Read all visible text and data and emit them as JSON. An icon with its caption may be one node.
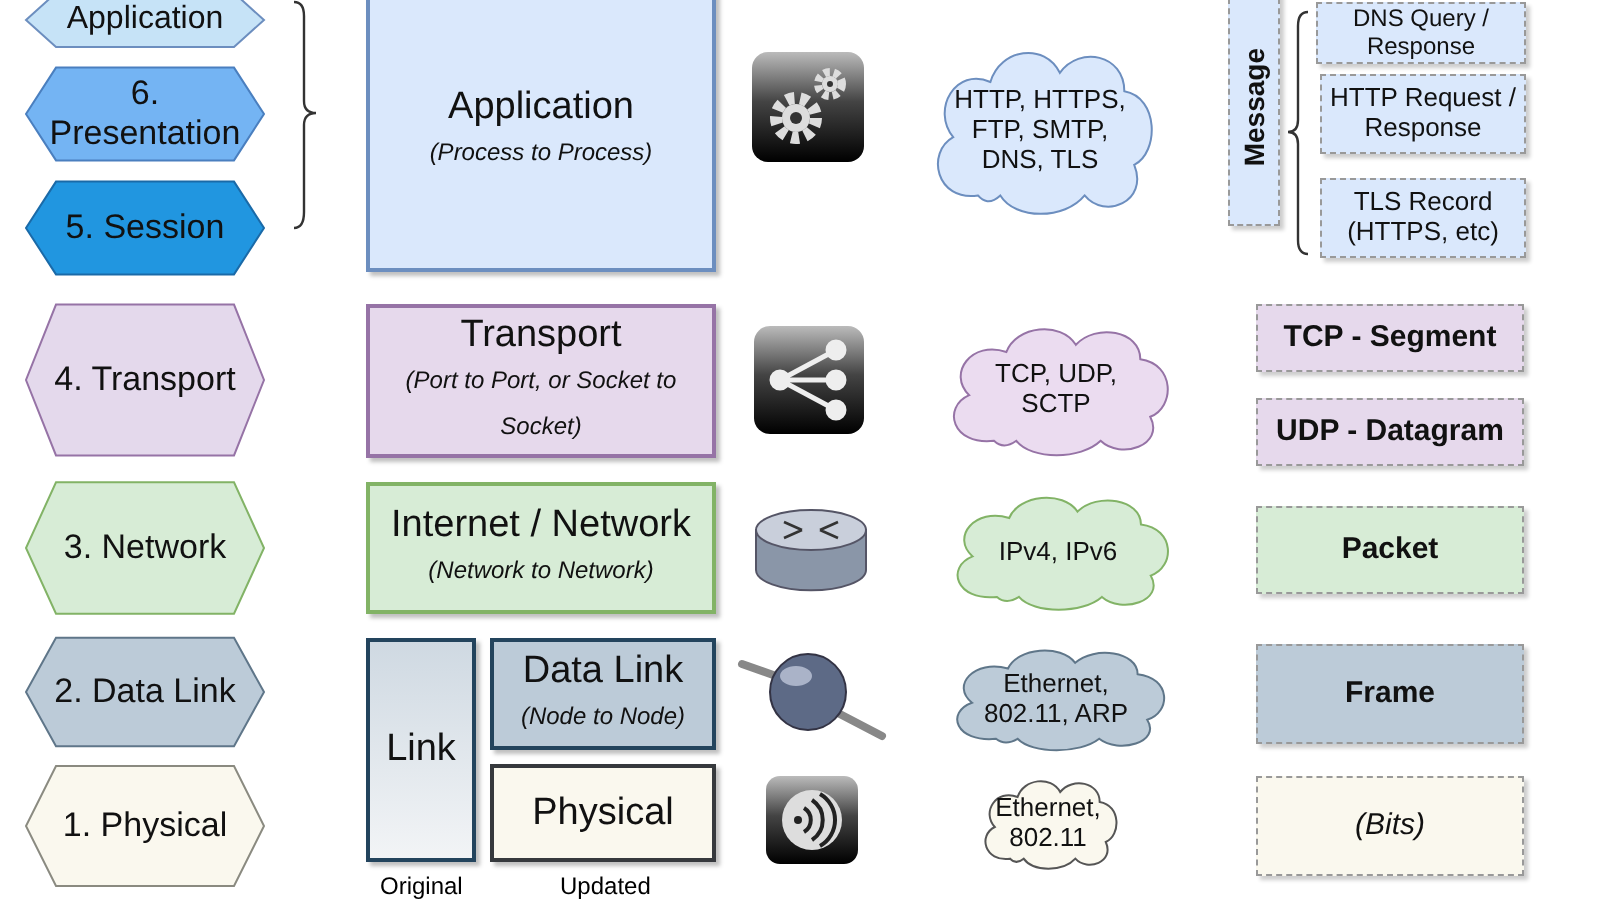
{
  "diagram": {
    "nodes": [
      {
        "text": [
          "Application"
        ]
      },
      {
        "text": [
          "6. Presentation"
        ]
      },
      {
        "text": [
          "5. Session"
        ]
      },
      {
        "text": [
          "4. Transport"
        ]
      },
      {
        "text": [
          "3. Network"
        ]
      },
      {
        "text": [
          "2. Data Link"
        ]
      },
      {
        "text": [
          "1. Physical"
        ]
      },
      {
        "text": [
          "Application",
          "(Process to Process)"
        ]
      },
      {
        "text": [
          "Transport",
          "(Port to Port, or Socket to Socket)"
        ]
      },
      {
        "text": [
          "Internet / Network",
          "(Network to Network)"
        ]
      },
      {
        "text": [
          "Link"
        ]
      },
      {
        "text": [
          "Data Link",
          "(Node to Node)"
        ]
      },
      {
        "text": [
          "Physical"
        ]
      },
      {
        "text": [
          "HTTP, HTTPS, FTP, SMTP, DNS, TLS"
        ]
      },
      {
        "text": [
          "TCP, UDP, SCTP"
        ]
      },
      {
        "text": [
          "IPv4, IPv6"
        ]
      },
      {
        "text": [
          "Ethernet, 802.11, ARP"
        ]
      },
      {
        "text": [
          "Ethernet, 802.11"
        ]
      },
      {
        "text": [
          "Message"
        ]
      },
      {
        "text": [
          "DNS Query / Response"
        ]
      },
      {
        "text": [
          "HTTP Request / Response"
        ]
      },
      {
        "text": [
          "TLS Record (HTTPS, etc)"
        ]
      },
      {
        "text": [
          "TCP - Segment"
        ]
      },
      {
        "text": [
          "UDP - Datagram"
        ]
      },
      {
        "text": [
          "Packet"
        ]
      },
      {
        "text": [
          "Frame"
        ]
      },
      {
        "text": [
          "(Bits)"
        ]
      }
    ],
    "labels": [
      "Original",
      "Updated"
    ]
  }
}
